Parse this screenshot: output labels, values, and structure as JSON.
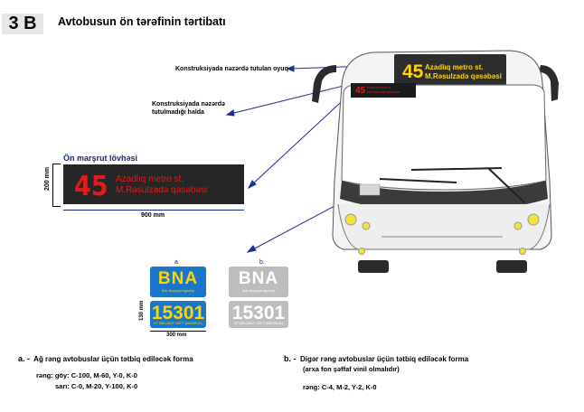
{
  "header": {
    "page_number": "3 B",
    "title": "Avtobusun ön tərəfinin tərtibatı"
  },
  "callouts": {
    "embedded": "Konstruksiyada nəzərdə tutulan oyuq",
    "not_embedded_l1": "Konstruksiyada nəzərdə",
    "not_embedded_l2": "tutulmadığı halda"
  },
  "route_board": {
    "heading": "Ön marşrut lövhəsi",
    "number": "45",
    "line1": "Azadlıq metro st.",
    "line2": "M.Rəsulzadə qəsəbəsi",
    "height_label": "200 mm",
    "width_label": "900 mm"
  },
  "bus": {
    "led_number": "45",
    "led_line1": "Azadlıq metro st.",
    "led_line2": "M.Rəsulzadə qəsəbəsi",
    "small_number": "45",
    "small_line1": "Azadlıq metro st.",
    "small_line2": "M.Rəsulzadə qəsəbəsi"
  },
  "plates": {
    "label_a": "a.",
    "label_b": "b.",
    "logo": "BNA",
    "logo_sub": "Bakı Nəqliyyat Agentliyi",
    "route": "15301",
    "route_sub": "DT MƏLUMAT XƏTTİ (MÜDİRLİK)",
    "height_label": "130 mm",
    "width_label": "300 mm"
  },
  "notes": {
    "a_prefix": "a. -",
    "a_text": "Ağ rəng avtobuslar üçün tətbiq ediləcək forma",
    "a_colors_l1": "rəng:  göy: C-100, M-60, Y-0, K-0",
    "a_colors_l2": "sarı: C-0, M-20, Y-100, K-0",
    "b_prefix": "b. -",
    "b_text": "Digər rəng avtobuslar üçün tətbiq ediləcək forma",
    "b_sub": "(arxa fon şəffaf vinil olmalıdır)",
    "b_colors": "rəng:   C-4, M-2, Y-2, K-0"
  },
  "colors": {
    "board_bg": "#262626",
    "led_red": "#e11b1b",
    "led_yellow": "#ffd400",
    "plate_blue": "#1877c9",
    "plate_grey": "#bdbdbd",
    "arrow": "#1f2c96"
  }
}
